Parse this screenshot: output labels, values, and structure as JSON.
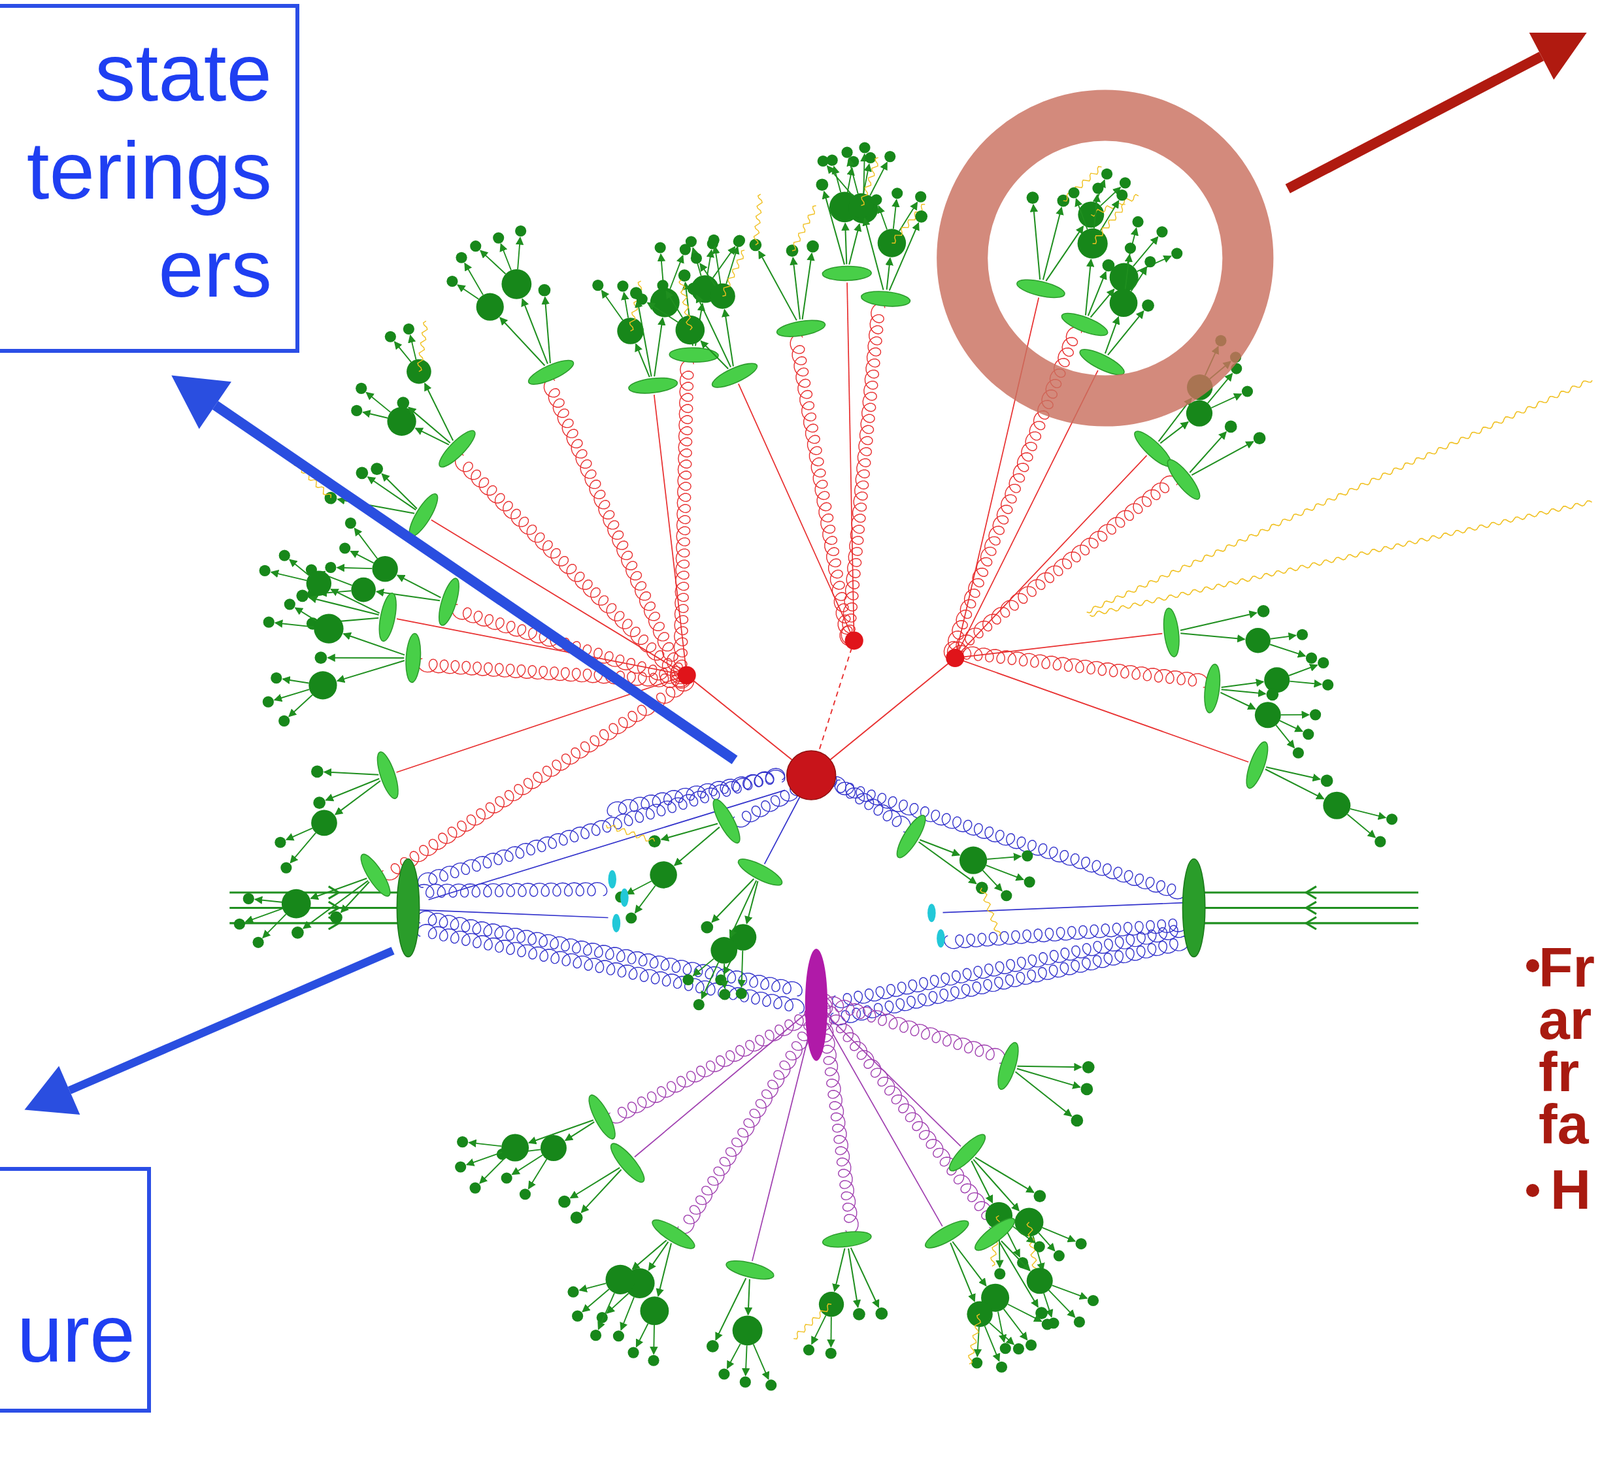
{
  "diagram": {
    "nodes": [
      {
        "text": [
          "state terings ers"
        ]
      },
      {
        "text": [
          "ure"
        ]
      }
    ],
    "labels": [
      "Fr ar fr fa",
      "H"
    ]
  }
}
